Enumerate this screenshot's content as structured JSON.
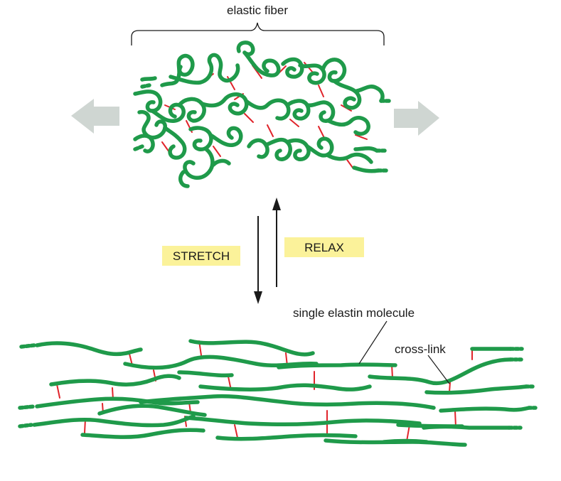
{
  "colors": {
    "fiber": "#1f9a4a",
    "crosslink": "#e0242b",
    "arrow": "#cfd6d2",
    "label_box": "#fbf29a",
    "line": "#1a1a1a"
  },
  "labels": {
    "elastic_fiber": "elastic fiber",
    "stretch": "STRETCH",
    "relax": "RELAX",
    "single_elastin_molecule": "single elastin molecule",
    "cross_link": "cross-link"
  },
  "icons": {
    "left_arrow": "left-block-arrow",
    "right_arrow": "right-block-arrow",
    "stretch_arrow": "down-arrow",
    "relax_arrow": "up-arrow"
  }
}
